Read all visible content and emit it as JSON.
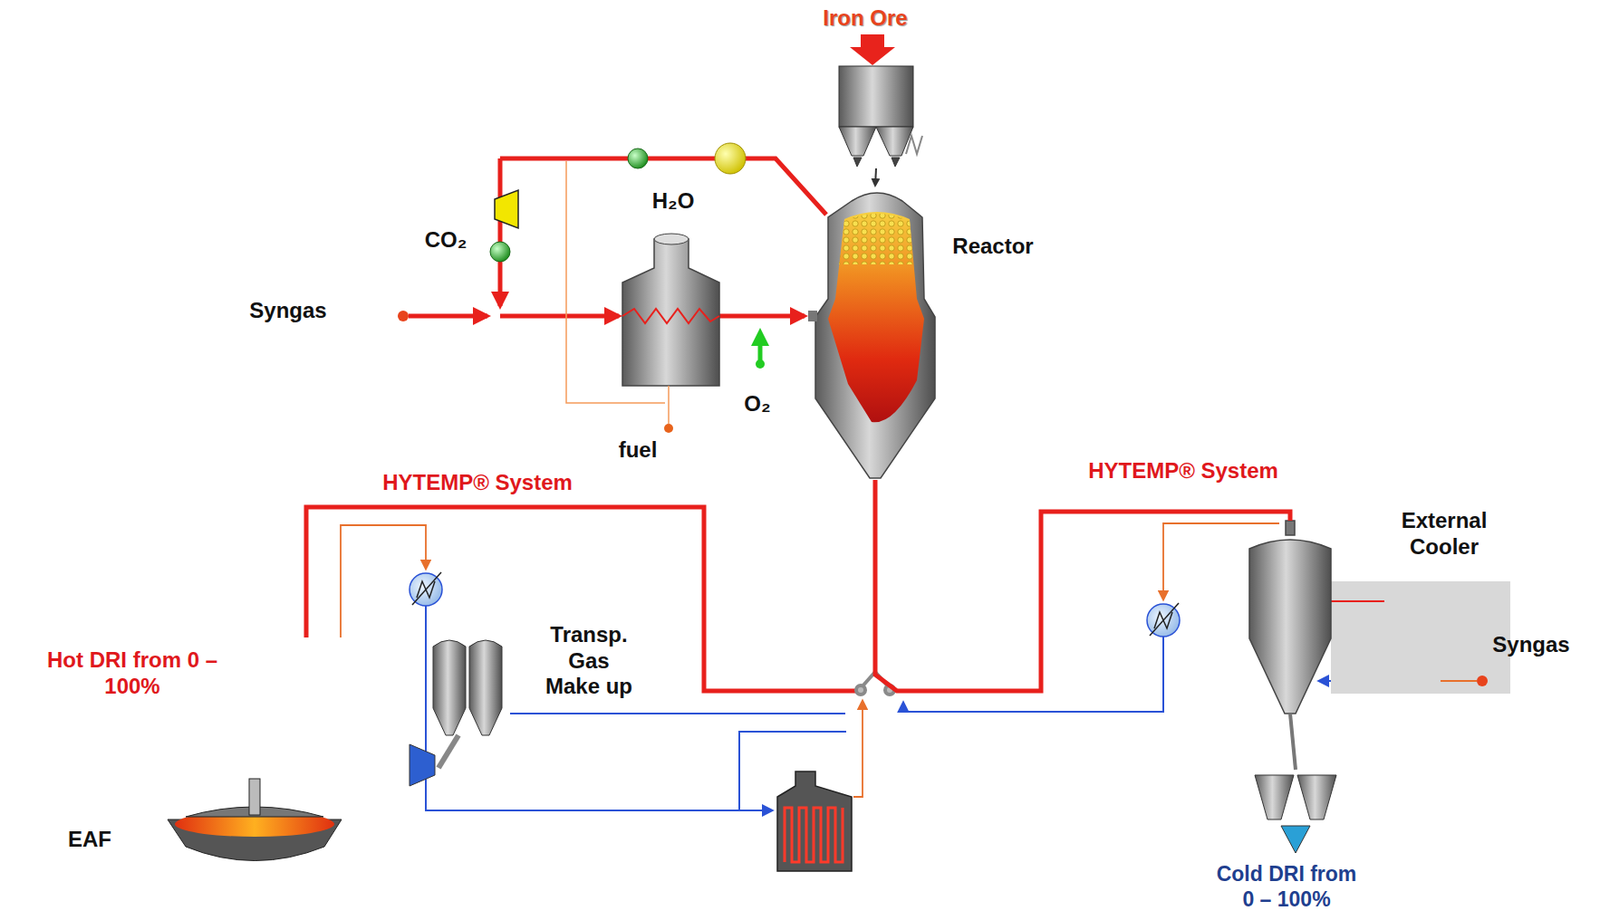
{
  "diagram": {
    "nodes": [
      {
        "text": [
          "Iron Ore"
        ]
      },
      {
        "text": [
          "Reactor"
        ]
      },
      {
        "text": [
          "External Cooler"
        ]
      },
      {
        "text": [
          "Transp. Gas Make up"
        ]
      },
      {
        "text": [
          "EAF"
        ]
      },
      {
        "text": [
          "Cold DRI from 0 – 100%"
        ]
      }
    ],
    "edges": [
      {
        "from": 0,
        "to": 1,
        "arrow": "to"
      },
      {
        "from": 1,
        "to": 2,
        "arrow": "none"
      },
      {
        "from": 2,
        "to": 5,
        "arrow": "none"
      }
    ],
    "labels": [
      "H₂O",
      "CO₂",
      "Syngas",
      "O₂",
      "fuel",
      "HYTEMP® System",
      "HYTEMP® System",
      "Syngas",
      "Hot DRI from 0 – 100%"
    ]
  }
}
